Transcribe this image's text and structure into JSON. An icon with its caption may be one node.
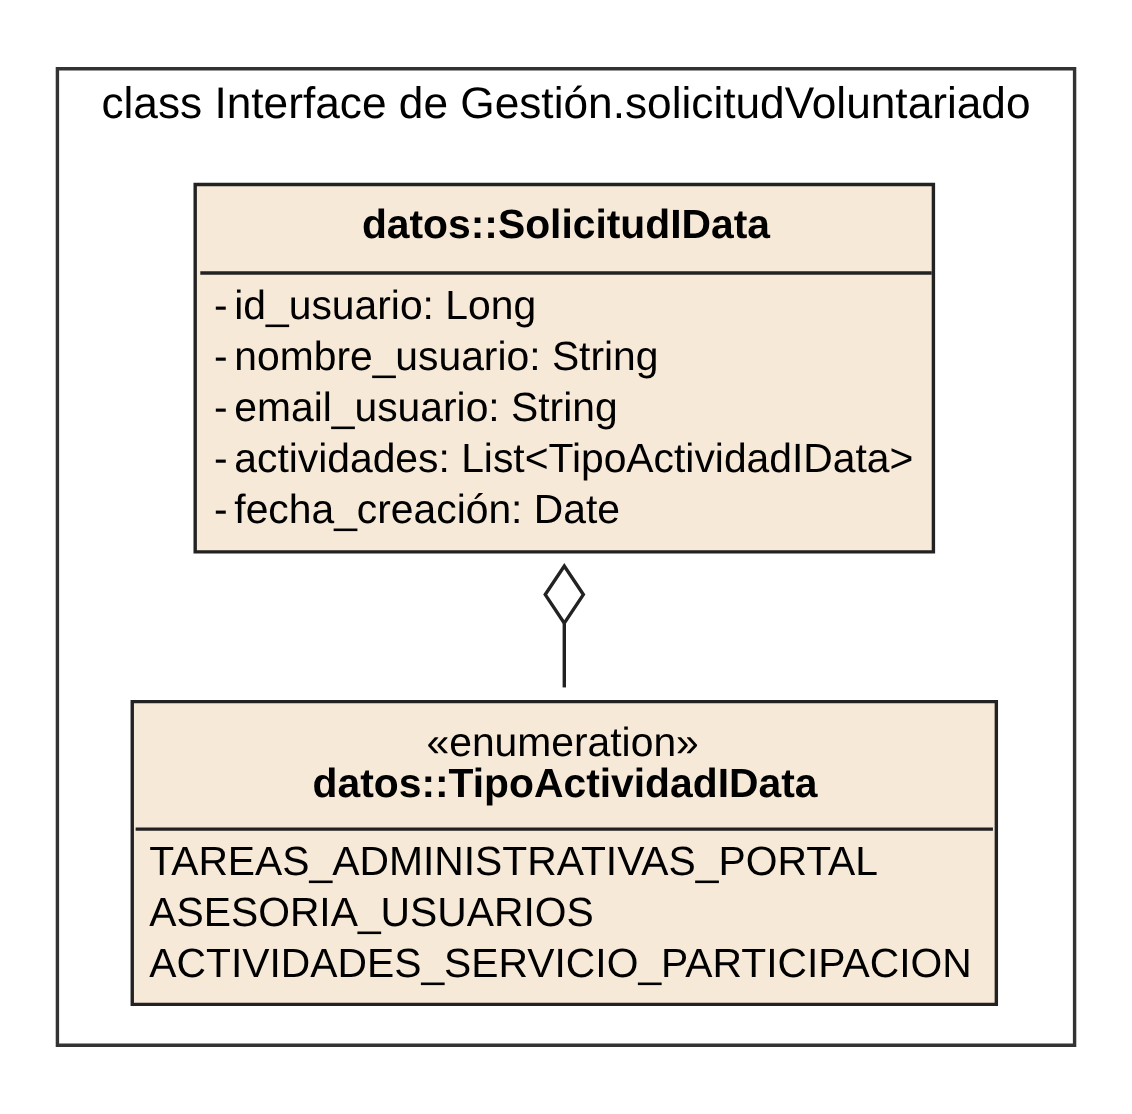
{
  "diagram": {
    "nodes": [
      {
        "text": [
          "class Interface de Gestión.solicitudVoluntariado"
        ]
      },
      {
        "text": [
          "datos::SolicitudIData",
          "id_usuario: Long",
          "nombre_usuario: String",
          "email_usuario: String",
          "actividades: List<TipoActividadIData>",
          "fecha_creación: Date"
        ],
        "in": 0
      },
      {
        "text": [
          "«enumeration»",
          "datos::TipoActividadIData",
          "TAREAS_ADMINISTRATIVAS_PORTAL",
          "ASESORIA_USUARIOS",
          "ACTIVIDADES_SERVICIO_PARTICIPACION"
        ],
        "in": 0
      }
    ],
    "edges": [
      {
        "from": 2,
        "to": 1,
        "arrow": "other"
      }
    ],
    "labels": [
      "-",
      "-",
      "-",
      "-",
      "-"
    ]
  }
}
